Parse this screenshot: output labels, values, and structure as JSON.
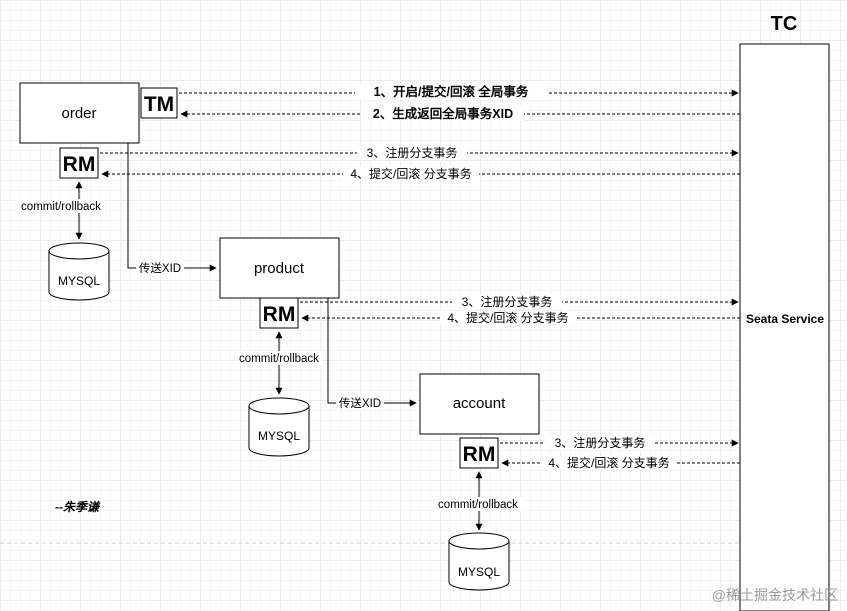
{
  "tc": {
    "title": "TC",
    "service_label": "Seata  Service"
  },
  "services": {
    "order": {
      "label": "order",
      "tm_badge": "TM",
      "rm_badge": "RM",
      "db_label": "MYSQL",
      "commit_label": "commit/rollback"
    },
    "product": {
      "label": "product",
      "rm_badge": "RM",
      "db_label": "MYSQL",
      "commit_label": "commit/rollback",
      "xid_label": "传送XID"
    },
    "account": {
      "label": "account",
      "rm_badge": "RM",
      "db_label": "MYSQL",
      "commit_label": "commit/rollback",
      "xid_label": "传送XID"
    }
  },
  "arrows": {
    "tm_begin": "1、开启/提交/回滚 全局事务",
    "tm_return_xid": "2、生成返回全局事务XID",
    "order_register": "3、注册分支事务",
    "order_commit": "4、提交/回滚 分支事务",
    "product_register": "3、注册分支事务",
    "product_commit": "4、提交/回滚 分支事务",
    "account_register": "3、注册分支事务",
    "account_commit": "4、提交/回滚 分支事务"
  },
  "author": "--朱季谦",
  "watermark": "@稀土掘金技术社区"
}
